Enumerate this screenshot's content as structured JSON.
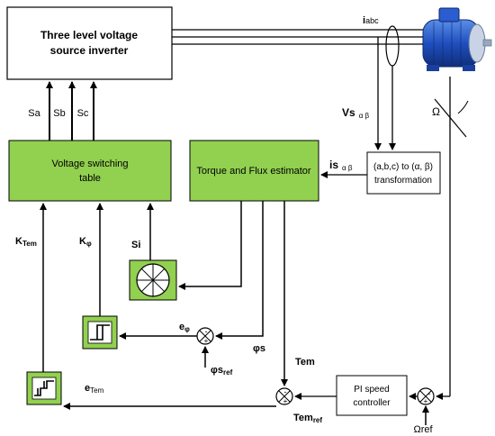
{
  "blocks": {
    "inverter_line1": "Three level voltage",
    "inverter_line2": "source inverter",
    "switching_line1": "Voltage switching",
    "switching_line2": "table",
    "estimator": "Torque and Flux estimator",
    "transform_line1": "(a,b,c) to (α, β)",
    "transform_line2": "transformation",
    "pi_line1": "PI speed",
    "pi_line2": "controller"
  },
  "signals": {
    "sa": "Sa",
    "sb": "Sb",
    "sc": "Sc",
    "iabc_main": "i",
    "iabc_sub": "abc",
    "vs_main": "Vs",
    "vs_sub": "α β",
    "is_main": "is",
    "is_sub": "α β",
    "omega": "Ω",
    "k_tem_main": "K",
    "k_tem_sub": "Tem",
    "k_phi_main": "K",
    "k_phi_sub": "φ",
    "si": "Si",
    "e_phi_main": "e",
    "e_phi_sub": "φ",
    "phis": "φs",
    "phis_ref_main": "φs",
    "phis_ref_sub": "ref",
    "tem": "Tem",
    "tem_ref_main": "Tem",
    "tem_ref_sub": "ref",
    "e_tem_main": "e",
    "e_tem_sub": "Tem",
    "omega_ref": "Ωref"
  },
  "signs": {
    "sum_phi_top": "-",
    "sum_phi_bottom": "+",
    "sum_tem_top": "-",
    "sum_tem_bottom": "+",
    "sum_speed_top": "-",
    "sum_speed_bottom": "+"
  },
  "colors": {
    "block_fill": "#92d050",
    "line": "#000000",
    "motor_body": "#1f4fbf"
  },
  "icons": {
    "motor": "electric-motor-photo",
    "sector": "sector-wheel-icon",
    "hysteresis_2": "two-level-hysteresis-icon",
    "hysteresis_3": "three-level-hysteresis-icon",
    "summing": "summing-junction-icon"
  }
}
